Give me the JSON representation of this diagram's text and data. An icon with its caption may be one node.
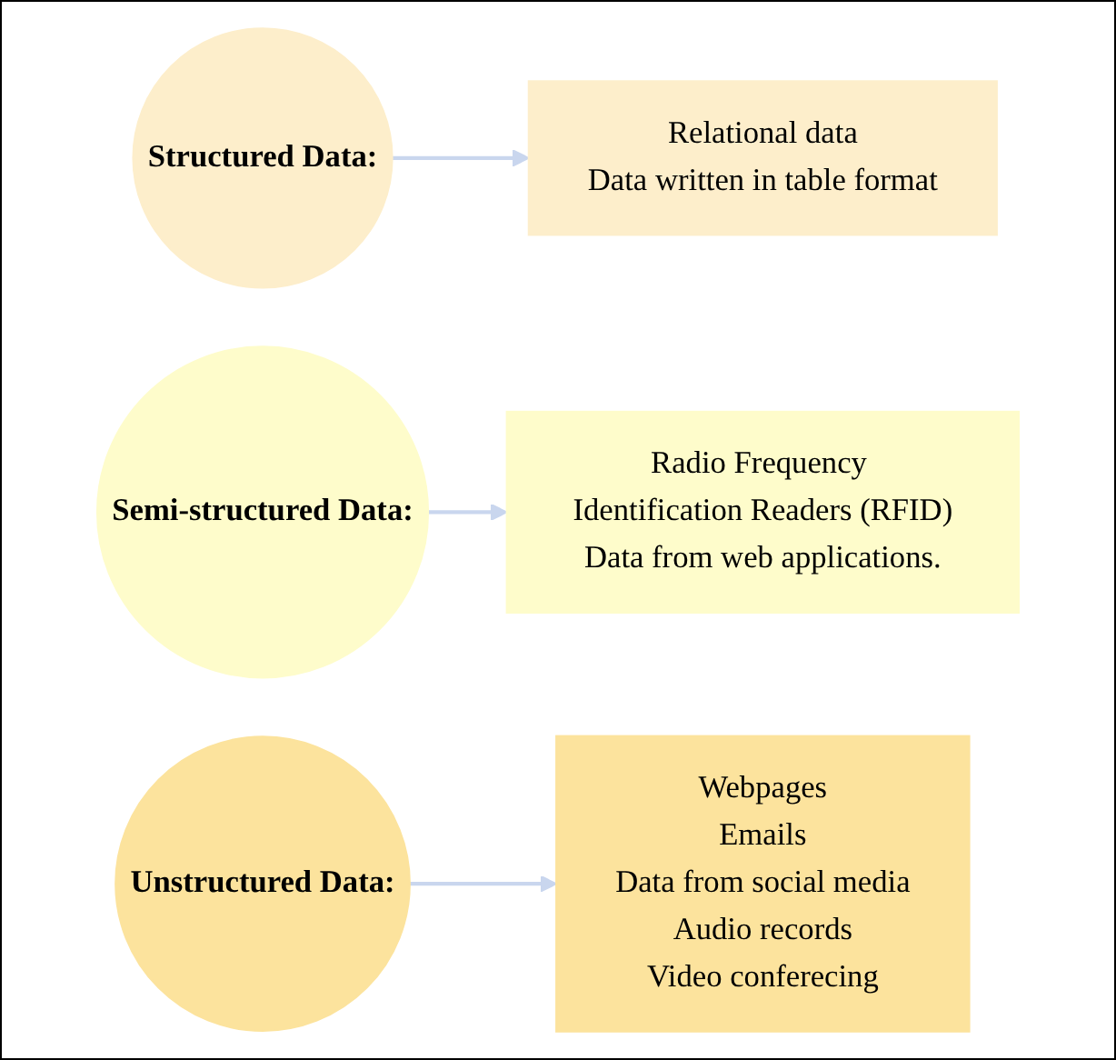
{
  "diagram": {
    "nodes": [
      {
        "text": [
          "Structured Data:"
        ]
      },
      {
        "text": [
          "Relational data",
          "Data written in table format"
        ]
      },
      {
        "text": [
          "Semi-structured Data:"
        ]
      },
      {
        "text": [
          "Radio Frequency Identification Readers (RFID)",
          "Data from web applications."
        ]
      },
      {
        "text": [
          "Unstructured Data:"
        ]
      },
      {
        "text": [
          "Webpages",
          "Emails",
          "Data from social media",
          "Audio records",
          "Video conferecing"
        ]
      }
    ],
    "edges": [
      {
        "from": 0,
        "to": 1,
        "arrow": "to"
      },
      {
        "from": 2,
        "to": 3,
        "arrow": "to"
      },
      {
        "from": 4,
        "to": 5,
        "arrow": "to"
      }
    ]
  }
}
